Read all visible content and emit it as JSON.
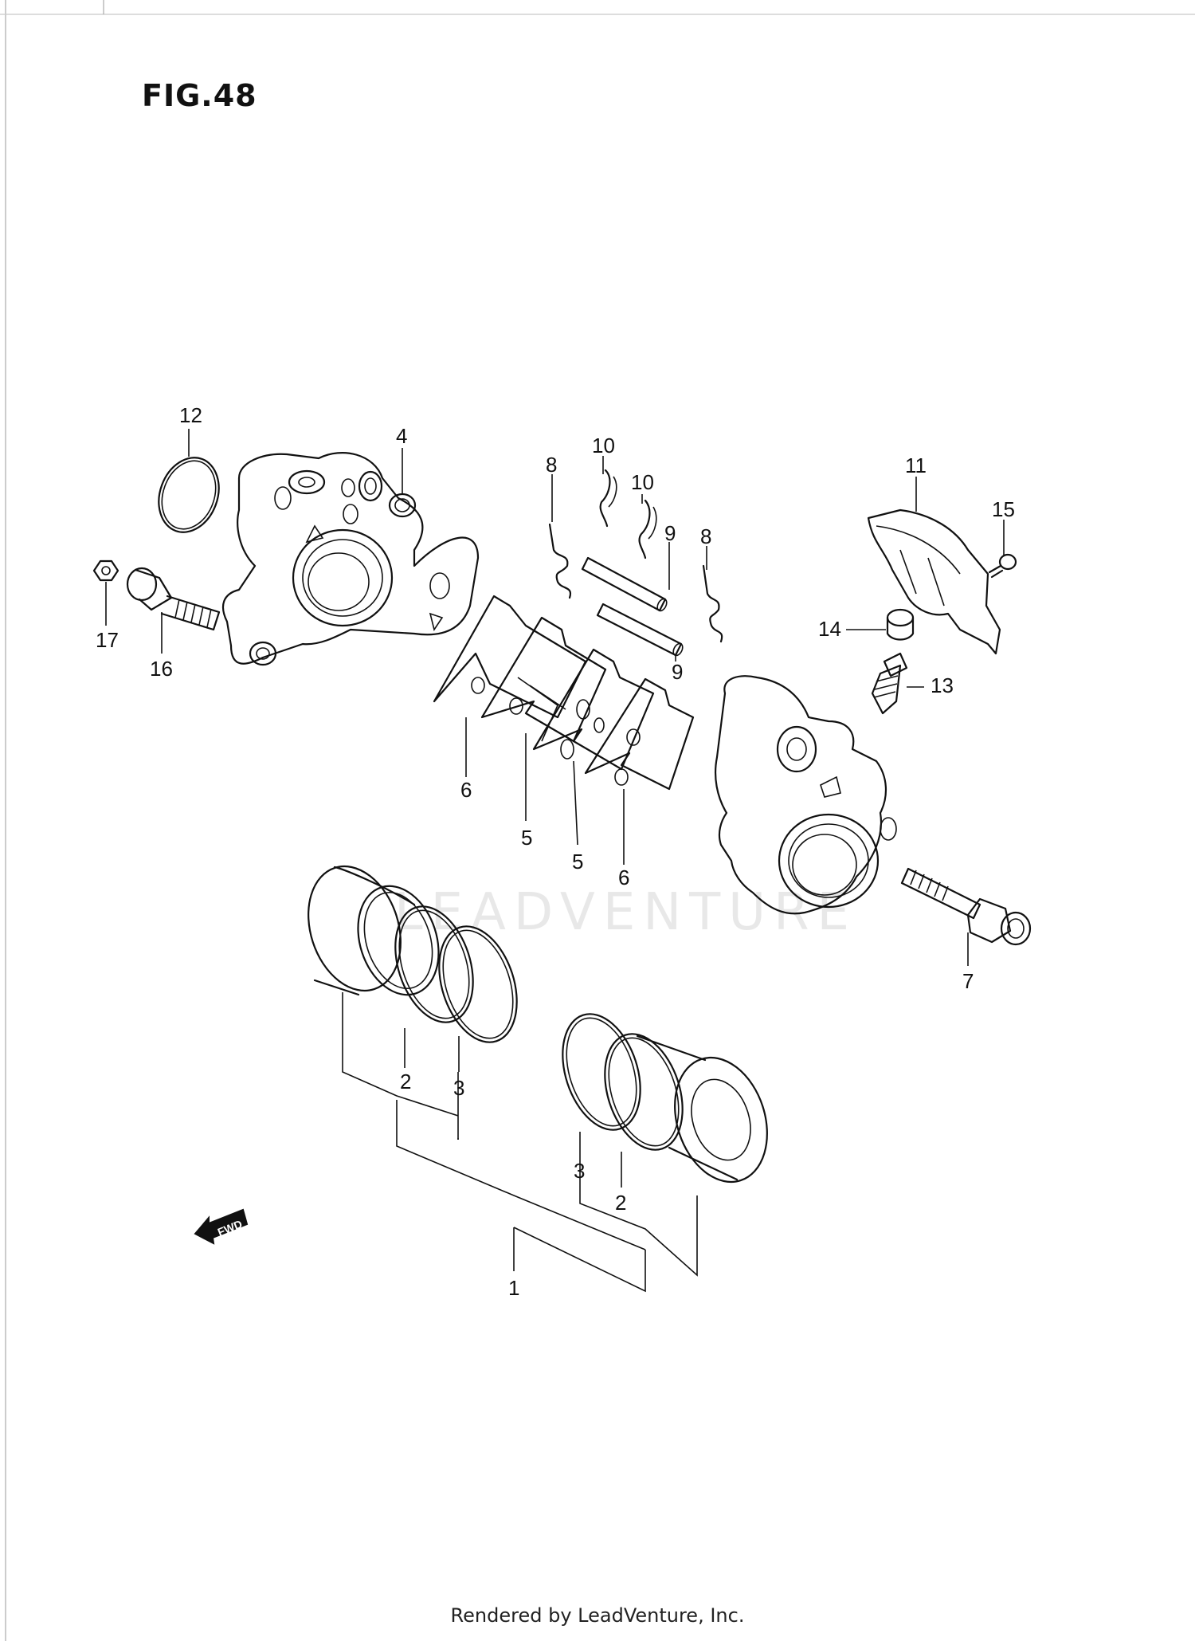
{
  "figure": {
    "title": "FIG.48"
  },
  "watermark": "LEADVENTURE",
  "footer": "Rendered by LeadVenture, Inc.",
  "fwd_arrow": {
    "label": "FWD"
  },
  "callouts": [
    {
      "id": "c12",
      "text": "12"
    },
    {
      "id": "c4",
      "text": "4"
    },
    {
      "id": "c8a",
      "text": "8"
    },
    {
      "id": "c10a",
      "text": "10"
    },
    {
      "id": "c10b",
      "text": "10"
    },
    {
      "id": "c9a",
      "text": "9"
    },
    {
      "id": "c8b",
      "text": "8"
    },
    {
      "id": "c11",
      "text": "11"
    },
    {
      "id": "c15",
      "text": "15"
    },
    {
      "id": "c17",
      "text": "17"
    },
    {
      "id": "c16",
      "text": "16"
    },
    {
      "id": "c9b",
      "text": "9"
    },
    {
      "id": "c14",
      "text": "14"
    },
    {
      "id": "c13",
      "text": "13"
    },
    {
      "id": "c6a",
      "text": "6"
    },
    {
      "id": "c5a",
      "text": "5"
    },
    {
      "id": "c5b",
      "text": "5"
    },
    {
      "id": "c6b",
      "text": "6"
    },
    {
      "id": "c7",
      "text": "7"
    },
    {
      "id": "c2a",
      "text": "2"
    },
    {
      "id": "c3a",
      "text": "3"
    },
    {
      "id": "c3b",
      "text": "3"
    },
    {
      "id": "c2b",
      "text": "2"
    },
    {
      "id": "c1",
      "text": "1"
    }
  ]
}
